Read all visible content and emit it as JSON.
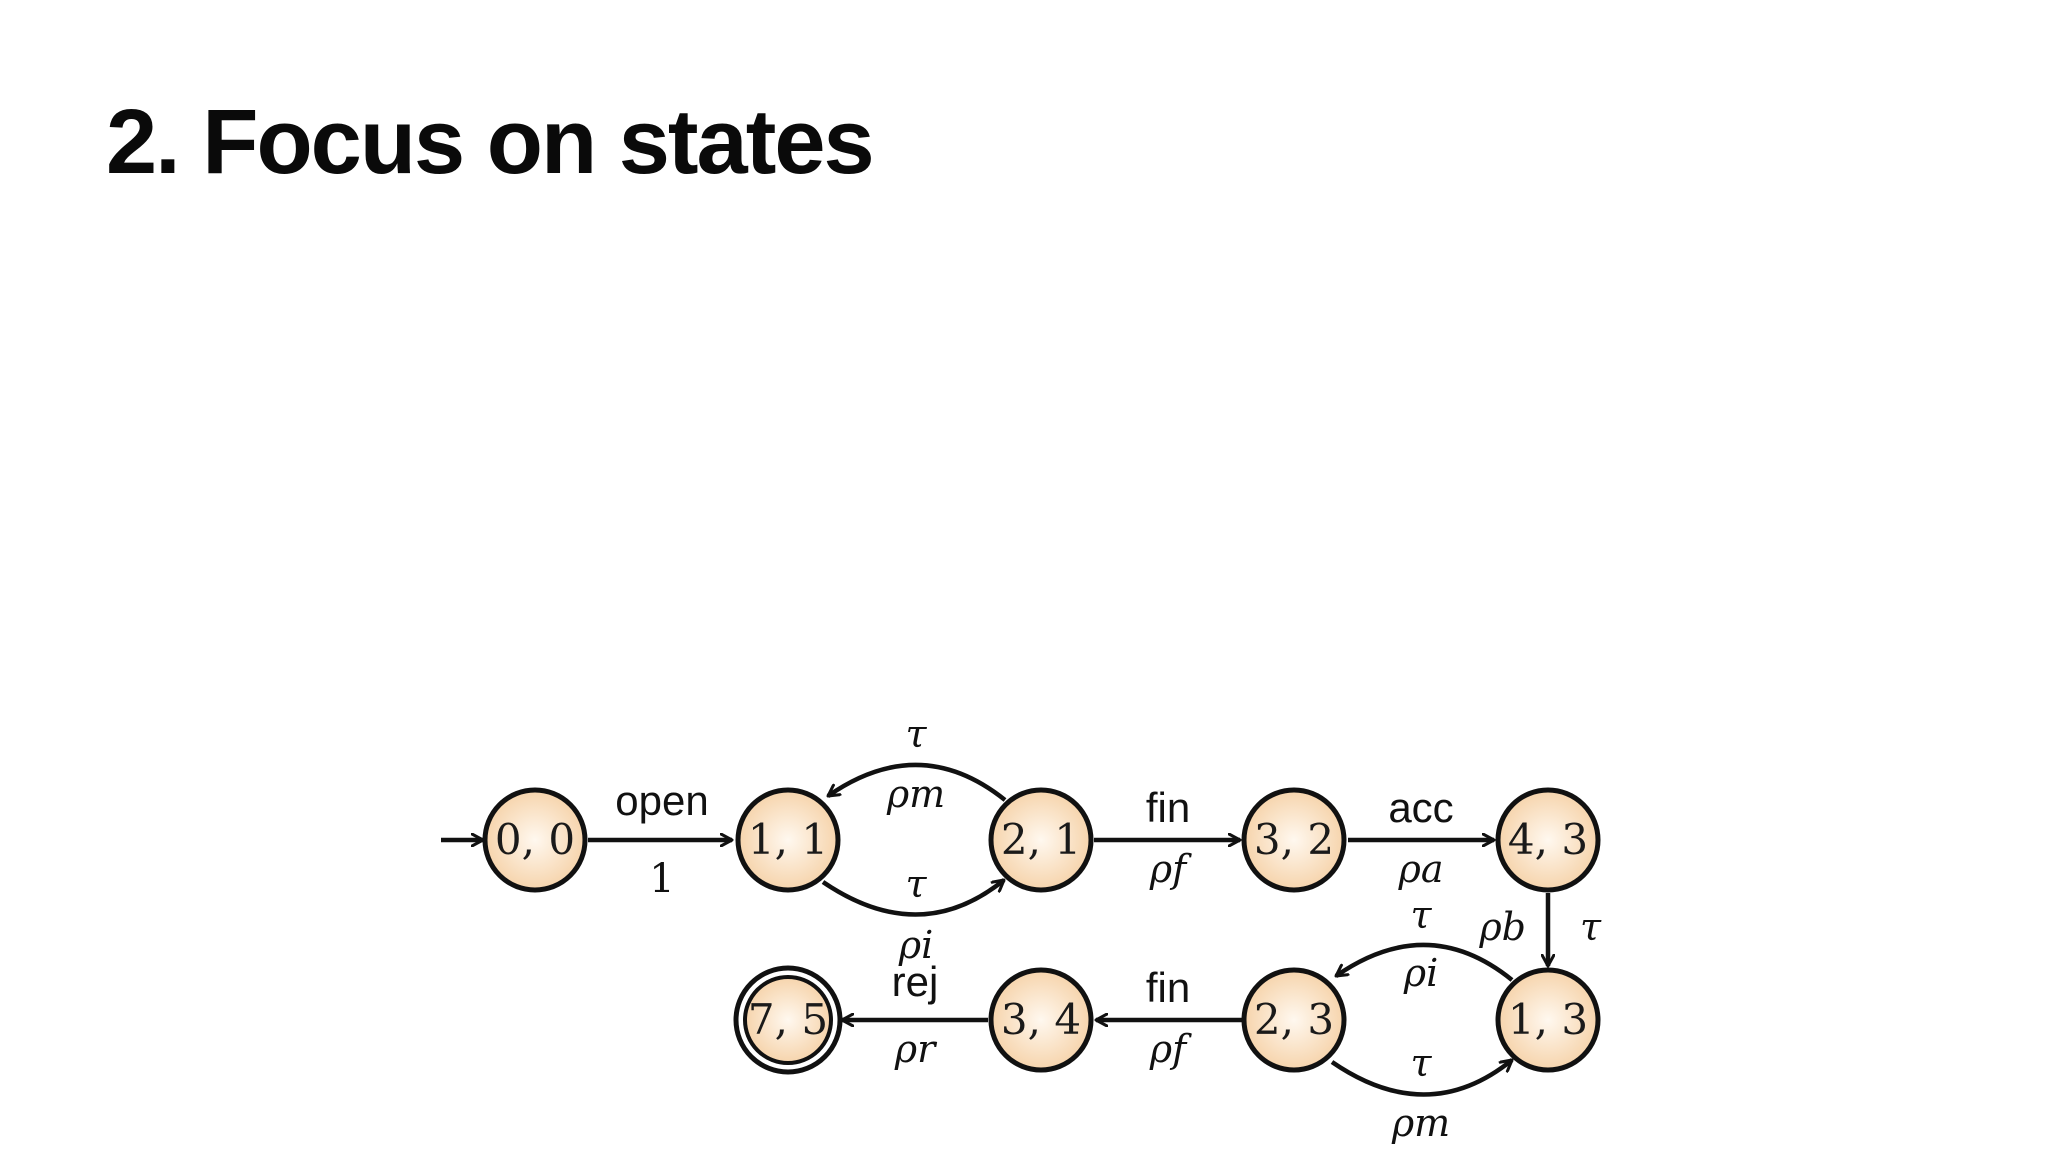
{
  "slide": {
    "title": "2. Focus on states"
  },
  "colors": {
    "state_fill_center": "#fff8ef",
    "state_fill_edge": "#f6d4ac",
    "stroke": "#111111"
  },
  "states": [
    {
      "id": "s00",
      "label": "0, 0",
      "initial": true
    },
    {
      "id": "s11",
      "label": "1, 1"
    },
    {
      "id": "s21",
      "label": "2, 1"
    },
    {
      "id": "s32",
      "label": "3, 2"
    },
    {
      "id": "s43",
      "label": "4, 3"
    },
    {
      "id": "s13",
      "label": "1, 3"
    },
    {
      "id": "s23",
      "label": "2, 3"
    },
    {
      "id": "s34",
      "label": "3, 4"
    },
    {
      "id": "s75",
      "label": "7, 5",
      "accepting": true
    }
  ],
  "transitions": [
    {
      "from": "s00",
      "to": "s11",
      "action": "open",
      "prob": "1"
    },
    {
      "from": "s11",
      "to": "s21",
      "action": "τ",
      "prob": "ρi"
    },
    {
      "from": "s21",
      "to": "s11",
      "action": "τ",
      "prob": "ρm"
    },
    {
      "from": "s21",
      "to": "s32",
      "action": "fin",
      "prob": "ρf"
    },
    {
      "from": "s32",
      "to": "s43",
      "action": "acc",
      "prob": "ρa"
    },
    {
      "from": "s43",
      "to": "s13",
      "action": "τ",
      "prob": "ρb"
    },
    {
      "from": "s13",
      "to": "s23",
      "action": "τ",
      "prob": "ρi"
    },
    {
      "from": "s23",
      "to": "s13",
      "action": "τ",
      "prob": "ρm"
    },
    {
      "from": "s23",
      "to": "s34",
      "action": "fin",
      "prob": "ρf"
    },
    {
      "from": "s34",
      "to": "s75",
      "action": "rej",
      "prob": "ρr"
    }
  ]
}
